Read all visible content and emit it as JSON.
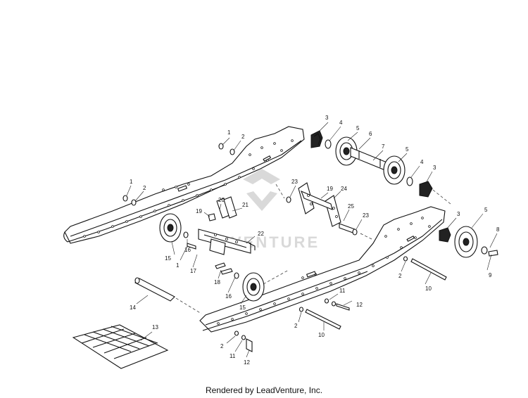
{
  "watermark": {
    "text": "VENTURE"
  },
  "footer": {
    "text": "Rendered by LeadVenture, Inc."
  },
  "callouts": [
    "1",
    "2",
    "3",
    "4",
    "5",
    "6",
    "7",
    "5",
    "4",
    "3",
    "1",
    "2",
    "23",
    "19",
    "24",
    "20",
    "21",
    "25",
    "23",
    "3",
    "5",
    "8",
    "9",
    "19",
    "22",
    "15",
    "16",
    "1",
    "17",
    "18",
    "16",
    "15",
    "2",
    "11",
    "12",
    "10",
    "14",
    "2",
    "10",
    "13",
    "2",
    "11",
    "12"
  ]
}
